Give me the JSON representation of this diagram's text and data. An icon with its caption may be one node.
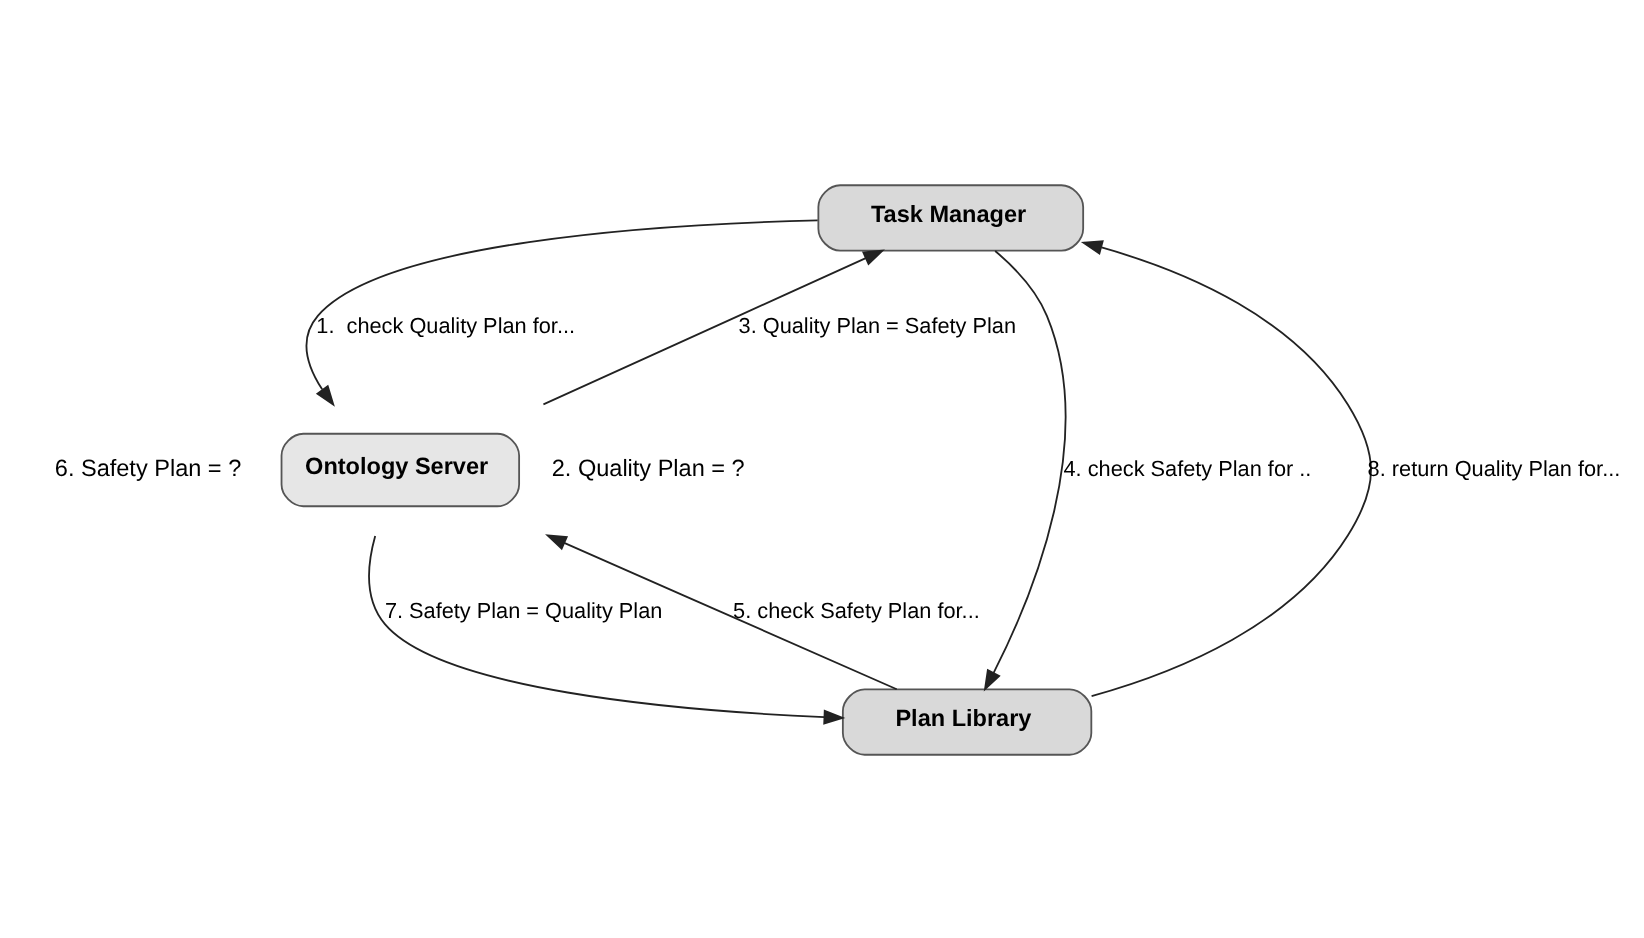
{
  "diagram": {
    "nodes": [
      {
        "text": [
          "Task Manager"
        ]
      },
      {
        "text": [
          "Ontology Server"
        ],
        "beside": [
          "6. Safety Plan = ?",
          "2. Quality Plan = ?"
        ]
      },
      {
        "text": [
          "Plan Library"
        ]
      }
    ],
    "edges": [
      {
        "from": 0,
        "to": 1,
        "arrow": "to",
        "label": "1.  check Quality Plan for..."
      },
      {
        "from": 1,
        "to": 0,
        "arrow": "to",
        "label": "3. Quality Plan = Safety Plan"
      },
      {
        "from": 0,
        "to": 2,
        "arrow": "to",
        "label": "4. check Safety Plan for .."
      },
      {
        "from": 2,
        "to": 1,
        "arrow": "to",
        "label": "5. check Safety Plan for..."
      },
      {
        "from": 1,
        "to": 2,
        "arrow": "to",
        "label": "7. Safety Plan = Quality Plan"
      },
      {
        "from": 2,
        "to": 0,
        "arrow": "to",
        "label": "8. return Quality Plan for..."
      }
    ]
  }
}
